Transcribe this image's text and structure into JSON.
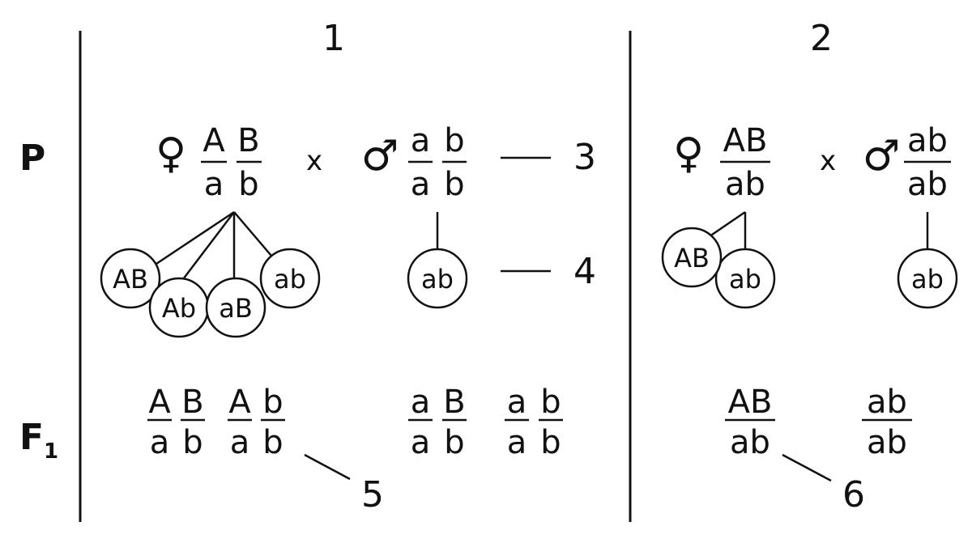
{
  "labels": {
    "col1": "1",
    "col2": "2",
    "row_p": "P",
    "row_f1": "F",
    "row_f1_sub": "1",
    "callout_3": "3",
    "callout_4": "4",
    "callout_5": "5",
    "callout_6": "6"
  },
  "symbols": {
    "female": "♀",
    "male": "♂",
    "cross": "x"
  },
  "panel1": {
    "female": {
      "top": [
        "A",
        "B"
      ],
      "bottom": [
        "a",
        "b"
      ]
    },
    "male": {
      "top": [
        "a",
        "b"
      ],
      "bottom": [
        "a",
        "b"
      ]
    },
    "female_gametes": [
      "AB",
      "Ab",
      "aB",
      "ab"
    ],
    "male_gamete": "ab",
    "f1": [
      {
        "top": [
          "A",
          "B"
        ],
        "bottom": [
          "a",
          "b"
        ]
      },
      {
        "top": [
          "A",
          "b"
        ],
        "bottom": [
          "a",
          "b"
        ]
      },
      {
        "top": [
          "a",
          "B"
        ],
        "bottom": [
          "a",
          "b"
        ]
      },
      {
        "top": [
          "a",
          "b"
        ],
        "bottom": [
          "a",
          "b"
        ]
      }
    ]
  },
  "panel2": {
    "female": {
      "top": "AB",
      "bottom": "ab"
    },
    "male": {
      "top": "ab",
      "bottom": "ab"
    },
    "female_gametes": [
      "AB",
      "ab"
    ],
    "male_gamete": "ab",
    "f1": [
      {
        "top": "AB",
        "bottom": "ab"
      },
      {
        "top": "ab",
        "bottom": "ab"
      }
    ]
  }
}
